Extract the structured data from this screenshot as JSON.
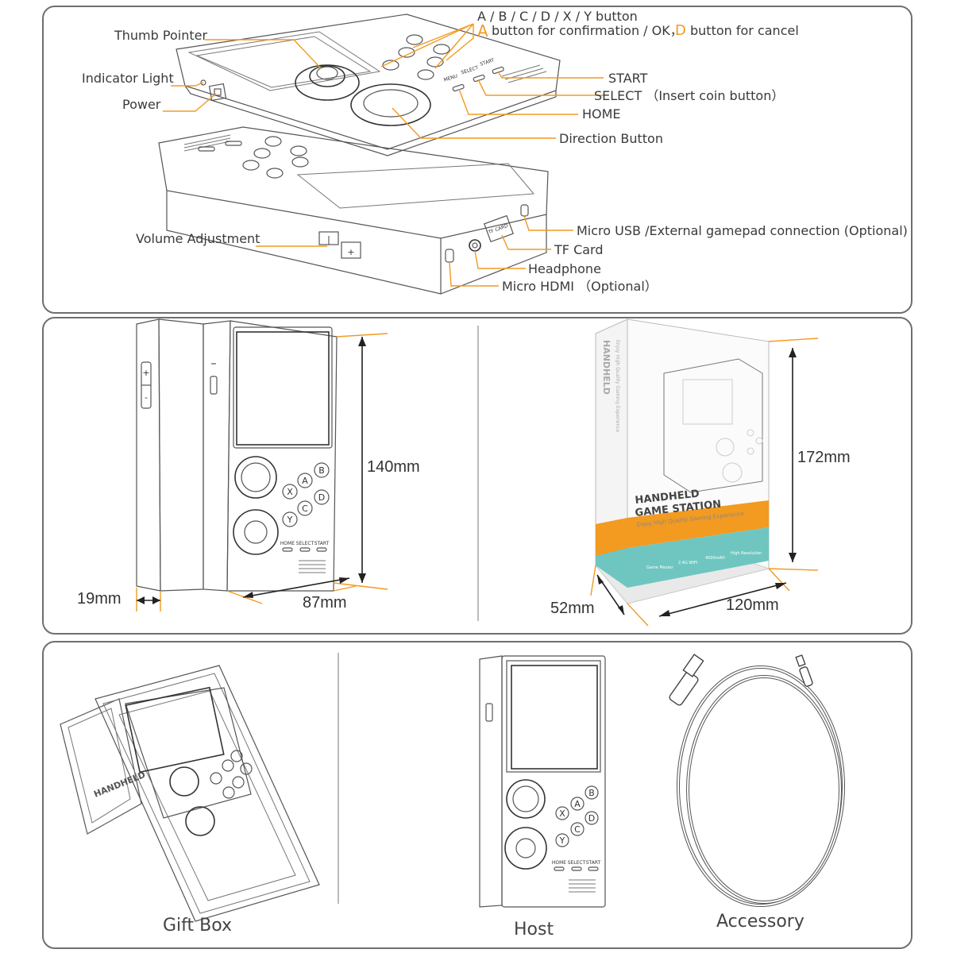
{
  "top_labels": {
    "face_buttons": "A / B / C / D / X / Y  button",
    "confirm_key": "A",
    "confirm_text": "button for confirmation / OK，",
    "cancel_key": "D",
    "cancel_text": "button for cancel",
    "thumb_pointer": "Thumb Pointer",
    "indicator_light": "Indicator Light",
    "power": "Power",
    "start": "START",
    "select": "SELECT （Insert coin button）",
    "home": "HOME",
    "direction": "Direction Button",
    "volume": "Volume Adjustment",
    "micro_usb": "Micro USB /External gamepad connection (Optional)",
    "tf_card": "TF Card",
    "headphone": "Headphone",
    "micro_hdmi": "Micro HDMI （Optional）",
    "tf_slot_text": "TF CARD",
    "menu_text": "MENU",
    "select_text": "SELECT",
    "start_text": "START"
  },
  "dimensions": {
    "height": "140mm",
    "width": "87mm",
    "depth": "19mm",
    "box_height": "172mm",
    "box_width": "120mm",
    "box_depth": "52mm"
  },
  "device_face": {
    "btn_a": "A",
    "btn_b": "B",
    "btn_c": "C",
    "btn_d": "D",
    "btn_x": "X",
    "btn_y": "Y",
    "home": "HOME",
    "select": "SELECT",
    "start": "START"
  },
  "box": {
    "title_line1": "HANDHELD",
    "title_line2": "GAME STATION",
    "tagline": "Enjoy High Quality Gaming Experience",
    "features": [
      "Game Master",
      "2.4G WIFI",
      "4000mAH",
      "High Resolution"
    ]
  },
  "captions": {
    "gift_box": "Gift Box",
    "host": "Host",
    "accessory": "Accessory"
  },
  "colors": {
    "accent_orange": "#f39a20",
    "accent_teal": "#6fc6c0",
    "frame": "#6f6f6f"
  }
}
